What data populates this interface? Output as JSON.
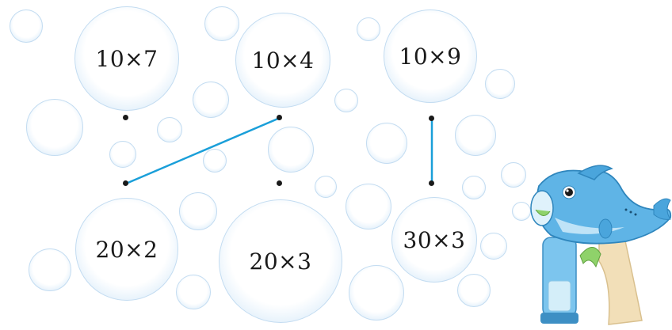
{
  "top_problems": [
    "10×7",
    "10×4",
    "10×9"
  ],
  "bottom_answers": [
    "20×2",
    "20×3",
    "30×3"
  ],
  "colors": {
    "bubble_edge": "#b8d8f2",
    "connector_line": "#1a9fd9",
    "dot": "#1a1a1a",
    "toy_body": "#5fb4e6",
    "toy_handle": "#f2dfb8"
  },
  "icons": [
    "bubble-gun-icon"
  ]
}
